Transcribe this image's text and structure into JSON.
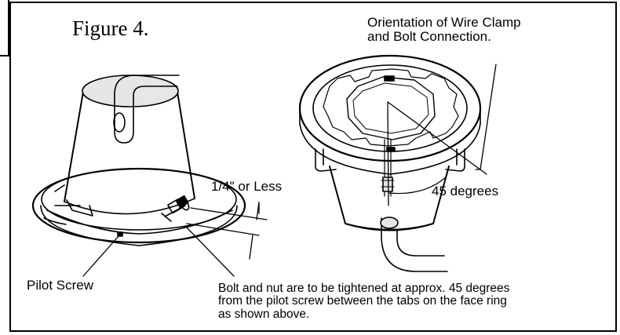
{
  "figure": {
    "title": "Figure 4.",
    "orientation_label": [
      "Orientation of Wire Clamp",
      "and Bolt Connection."
    ],
    "gap_label": "1/4\" or Less",
    "angle_label": "45 degrees",
    "pilot_label": "Pilot Screw",
    "note": [
      "Bolt and nut are to be tightened at approx. 45 degrees",
      "from the pilot screw between the tabs on the face ring",
      "as shown above."
    ]
  },
  "colors": {
    "ink": "#000000",
    "paper": "#ffffff",
    "fill": "#e6e6e6"
  }
}
